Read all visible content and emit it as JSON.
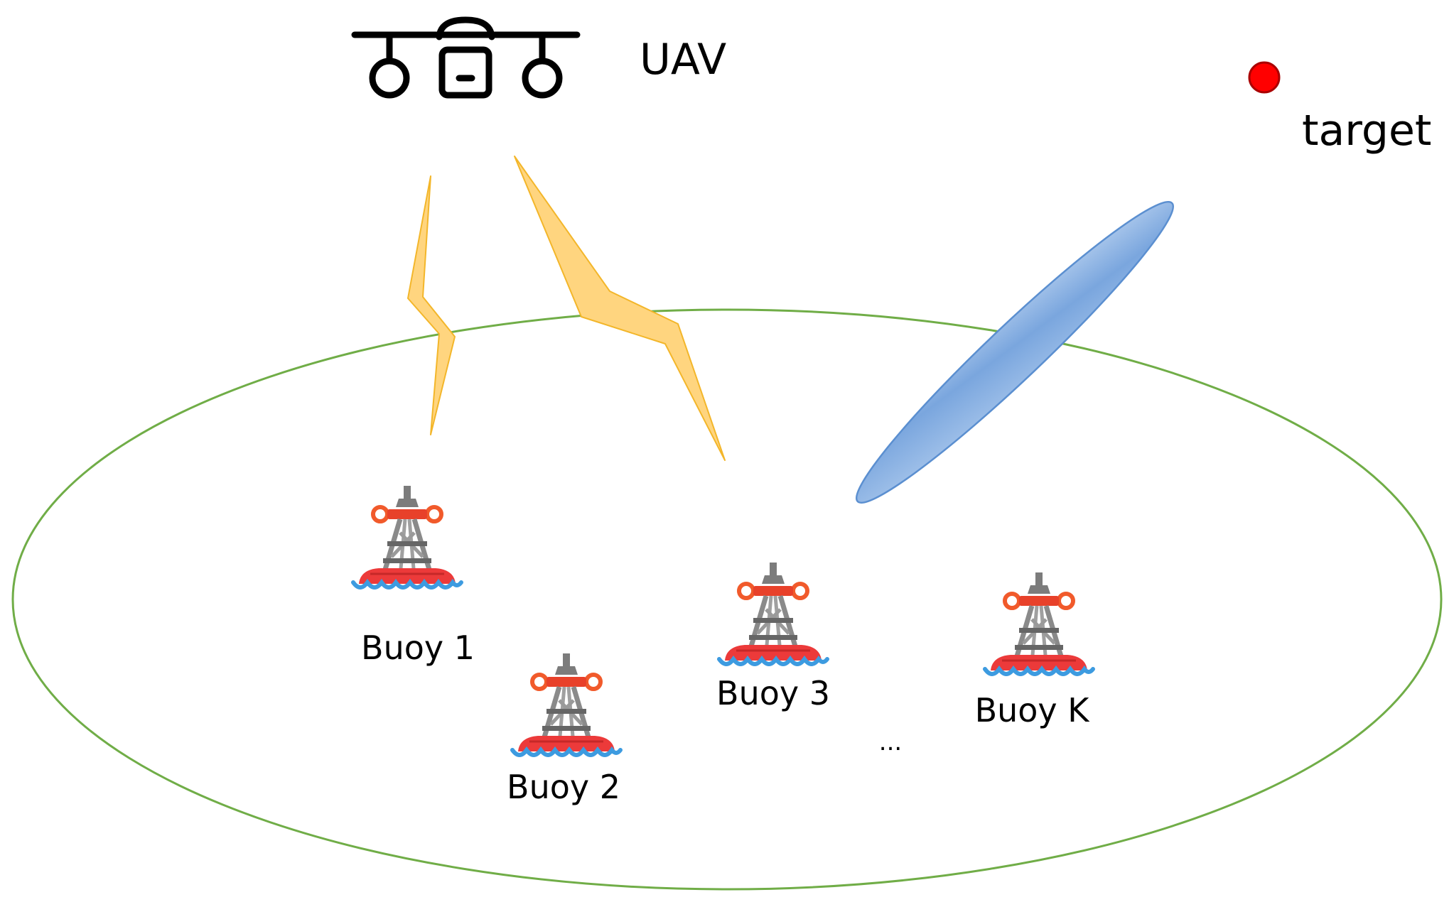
{
  "labels": {
    "uav": "UAV",
    "target": "target",
    "ellipsis": "..."
  },
  "buoys": [
    {
      "label": "Buoy 1"
    },
    {
      "label": "Buoy 2"
    },
    {
      "label": "Buoy 3"
    },
    {
      "label": "Buoy K"
    }
  ],
  "icons": {
    "uav": "drone-icon",
    "buoy": "buoy-icon",
    "target": "target-dot",
    "link": "lightning-link",
    "beam": "sensing-beam"
  },
  "colors": {
    "region_outline": "#70ad47",
    "link_fill": "#ffd57f",
    "link_stroke": "#f3b62a",
    "beam_fill": "#9dbfe6",
    "beam_stroke": "#5b8fd0",
    "target": "#ff0000",
    "buoy_body": "#ec3a3a",
    "buoy_mast": "#8c8c8c",
    "buoy_accent": "#f15a2b",
    "water": "#3d9be0"
  }
}
